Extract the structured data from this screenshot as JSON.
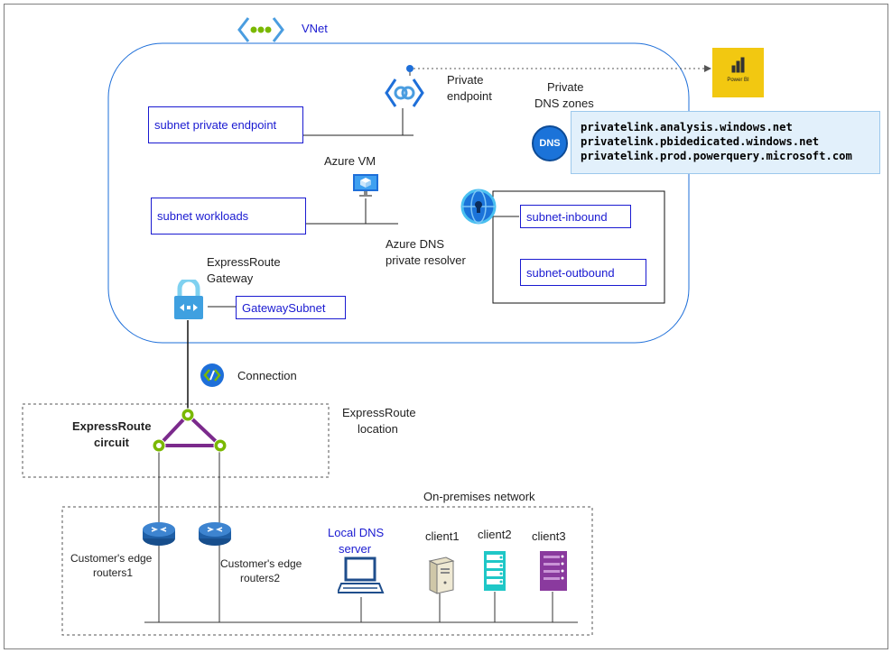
{
  "vnet": {
    "label": "VNet"
  },
  "private_endpoint": {
    "label_line1": "Private",
    "label_line2": "endpoint"
  },
  "power_bi": {
    "label": "Power BI",
    "color": "#f2c811"
  },
  "private_dns_zones": {
    "label_line1": "Private",
    "label_line2": "DNS zones",
    "icon_text": "DNS",
    "zones": [
      "privatelink.analysis.windows.net",
      "privatelink.pbidedicated.windows.net",
      "privatelink.prod.powerquery.microsoft.com"
    ]
  },
  "subnets": {
    "private_endpoint": "subnet private endpoint",
    "workloads": "subnet workloads",
    "inbound": "subnet-inbound",
    "outbound": "subnet-outbound",
    "gateway": "GatewaySubnet"
  },
  "azure_vm": {
    "label": "Azure VM"
  },
  "dns_resolver": {
    "label_line1": "Azure DNS",
    "label_line2": "private resolver"
  },
  "expressroute_gateway": {
    "label_line1": "ExpressRoute",
    "label_line2": "Gateway"
  },
  "connection": {
    "label": "Connection"
  },
  "expressroute_circuit": {
    "label_line1": "ExpressRoute",
    "label_line2": "circuit"
  },
  "expressroute_location": {
    "label_line1": "ExpressRoute",
    "label_line2": "location"
  },
  "on_premises": {
    "label": "On-premises network",
    "router1": {
      "label_line1": "Customer's edge",
      "label_line2": "routers1"
    },
    "router2": {
      "label_line1": "Customer's edge",
      "label_line2": "routers2"
    },
    "local_dns": {
      "label_line1": "Local DNS",
      "label_line2": "server"
    },
    "clients": [
      "client1",
      "client2",
      "client3"
    ]
  },
  "colors": {
    "vnet_border": "#1e6fd9",
    "label_blue": "#1a1ad1",
    "circuit_purple": "#7b2a8c",
    "circuit_green": "#7ab800",
    "router_blue": "#1f5fa6",
    "client2_teal": "#1fc7c7",
    "client3_purple": "#8a3a9e"
  }
}
